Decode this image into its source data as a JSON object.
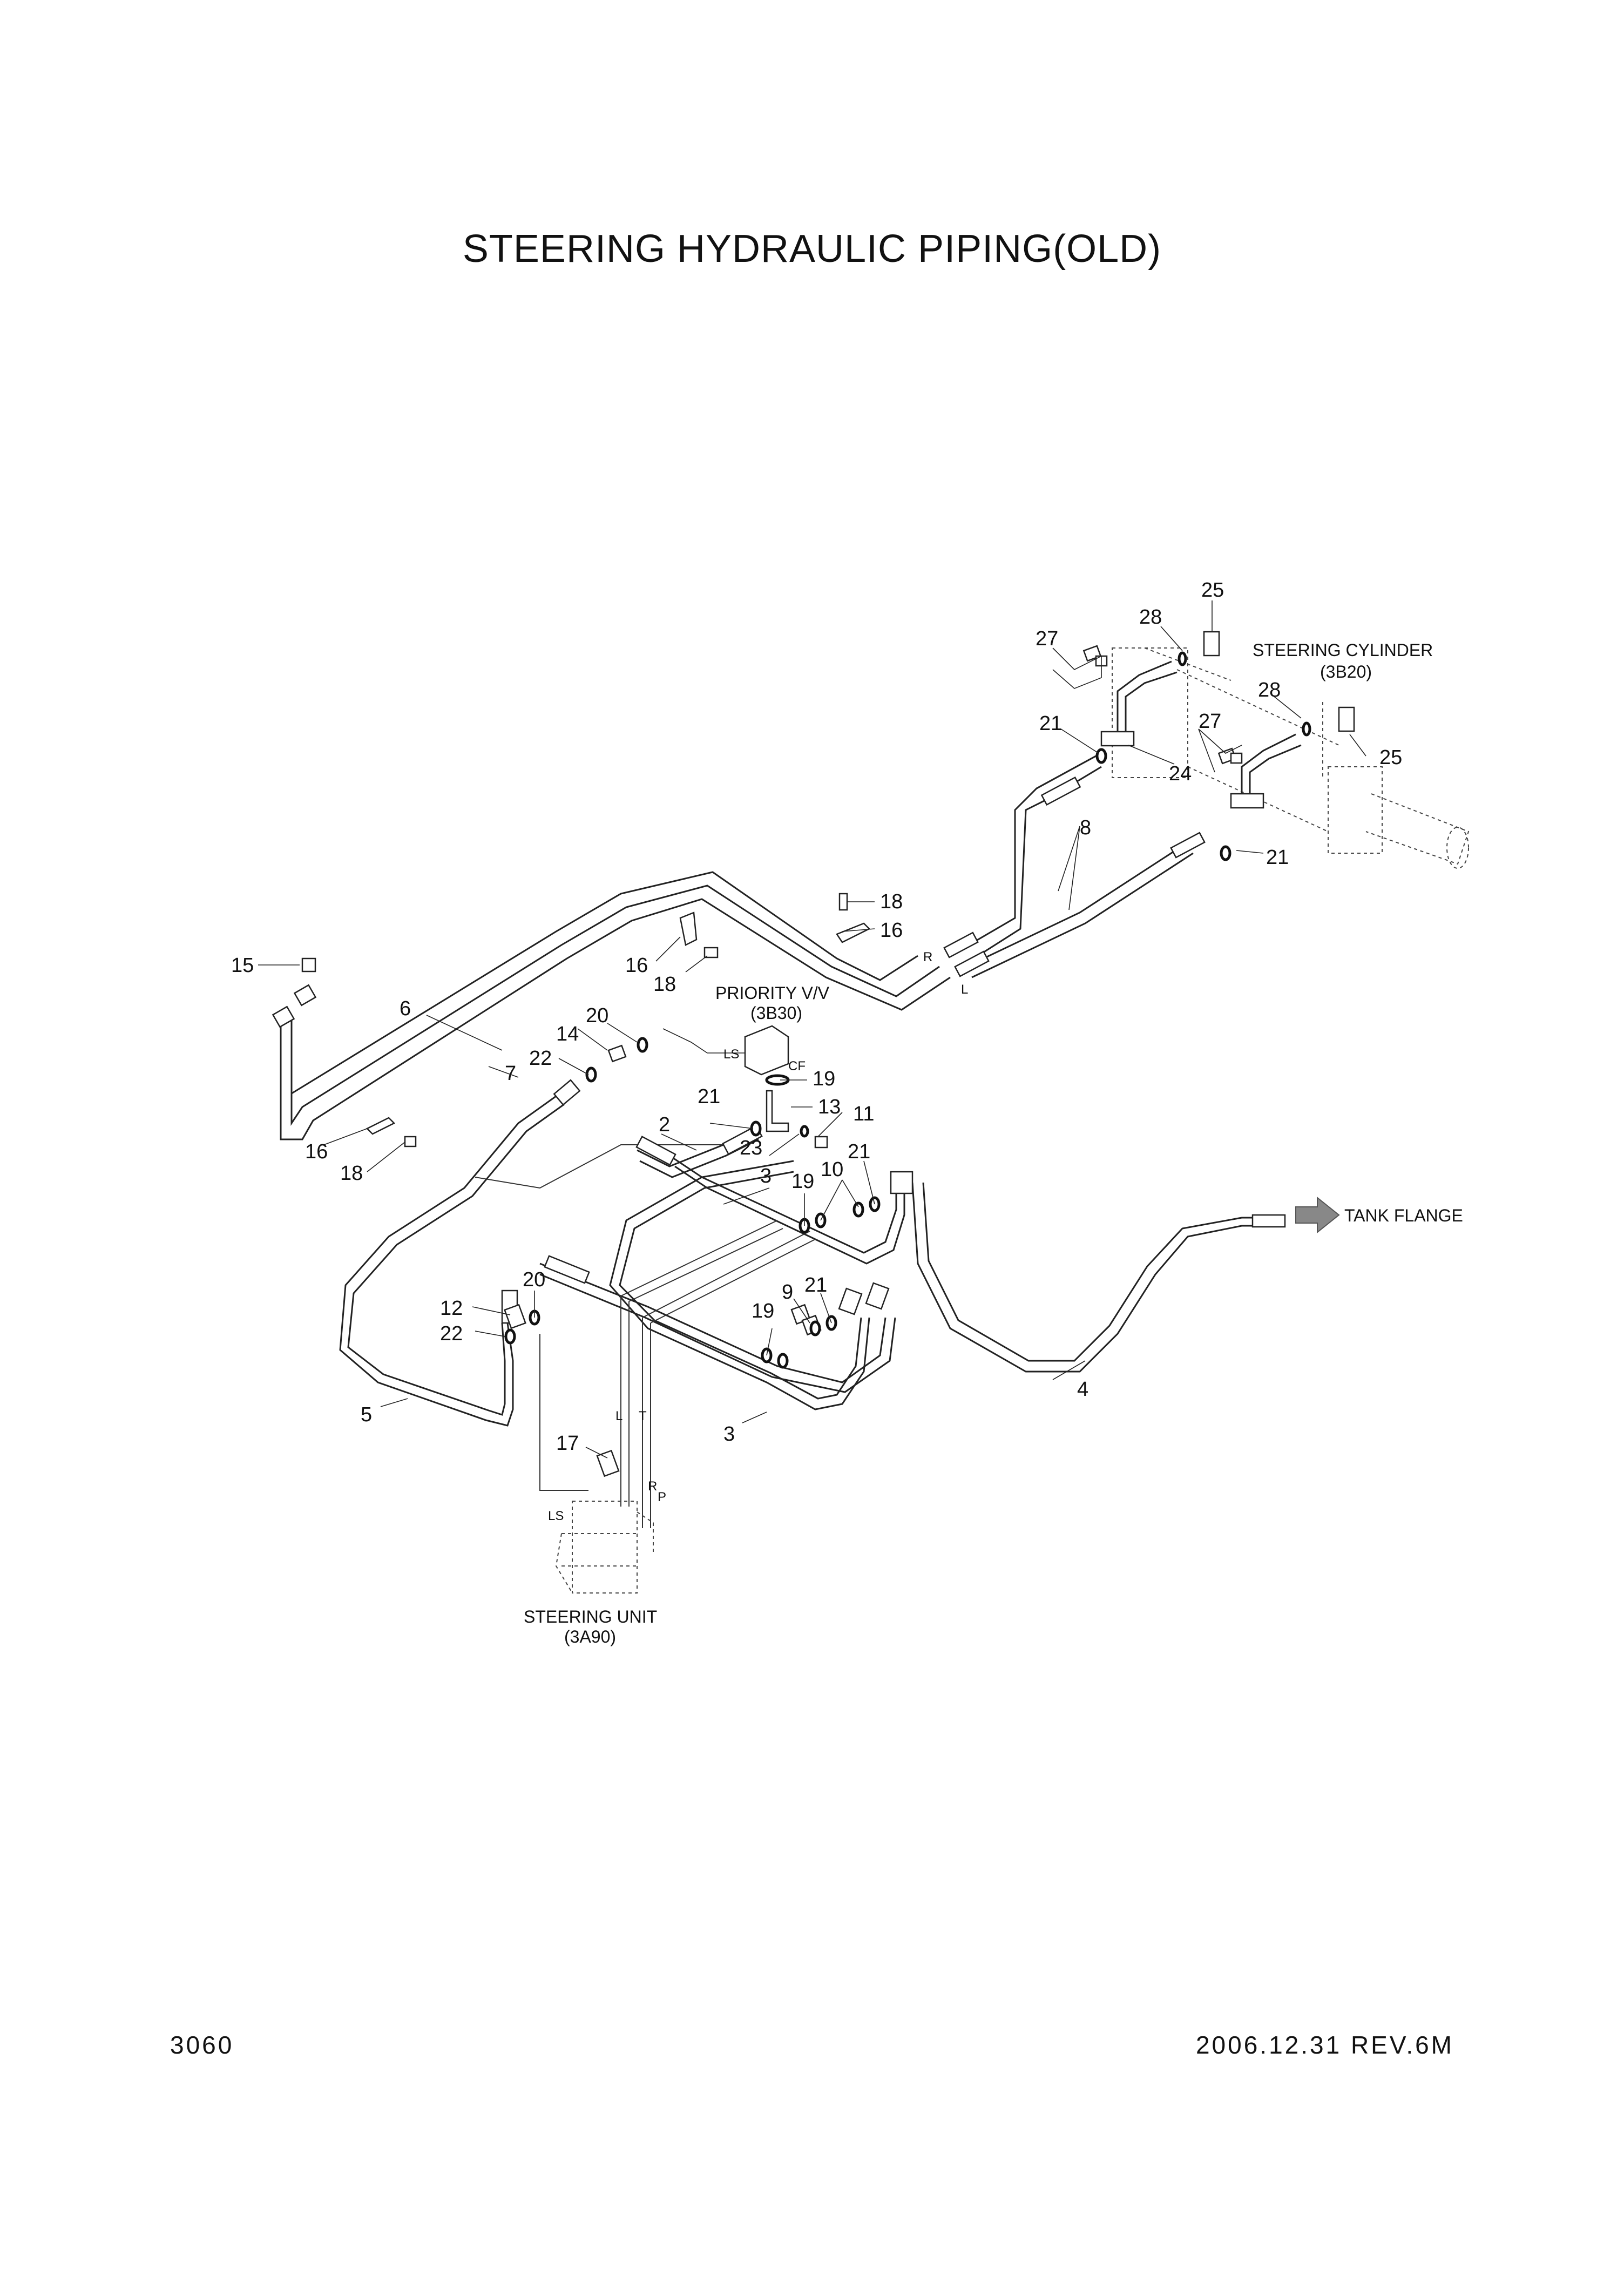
{
  "title": "STEERING HYDRAULIC PIPING(OLD)",
  "page_number": "3060",
  "revision": "2006.12.31 REV.6M",
  "components": {
    "steering_cylinder": {
      "name": "STEERING CYLINDER",
      "ref": "(3B20)"
    },
    "priority_valve": {
      "name": "PRIORITY V/V",
      "ref": "(3B30)"
    },
    "steering_unit": {
      "name": "STEERING UNIT",
      "ref": "(3A90)"
    },
    "tank_flange": {
      "name": "TANK FLANGE"
    }
  },
  "port_labels": {
    "r": "R",
    "l": "L",
    "ls": "LS",
    "cf": "CF",
    "l2": "L",
    "t": "T",
    "r2": "R",
    "p": "P",
    "ls2": "LS"
  },
  "callouts": {
    "c25a": "25",
    "c28a": "28",
    "c27a": "27",
    "c21a": "21",
    "c24": "24",
    "c28b": "28",
    "c27b": "27",
    "c25b": "25",
    "c8": "8",
    "c21b": "21",
    "c18a": "18",
    "c16a": "16",
    "c15": "15",
    "c16b": "16",
    "c18b": "18",
    "c6": "6",
    "c7": "7",
    "c20a": "20",
    "c14": "14",
    "c22a": "22",
    "c19a": "19",
    "c13": "13",
    "c21c": "21",
    "c11": "11",
    "c2": "2",
    "c23": "23",
    "c3a": "3",
    "c16c": "16",
    "c18c": "18",
    "c10": "10",
    "c19b": "19",
    "c21d": "21",
    "c20b": "20",
    "c12": "12",
    "c22b": "22",
    "c9": "9",
    "c21e": "21",
    "c19c": "19",
    "c5": "5",
    "c3b": "3",
    "c4": "4",
    "c17": "17"
  }
}
